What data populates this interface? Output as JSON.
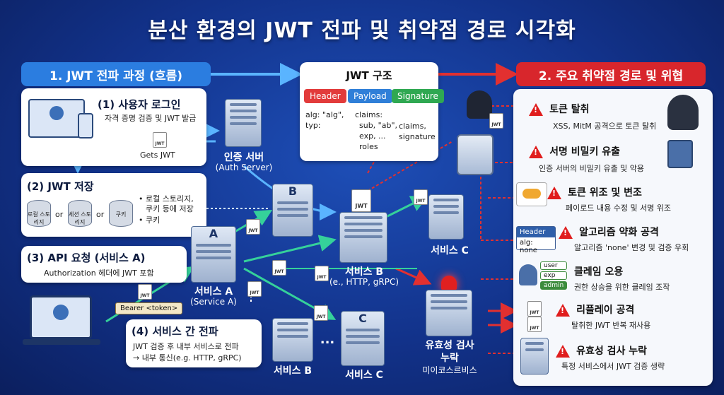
{
  "title": "분산 환경의 JWT 전파 및 취약점 경로 시각화",
  "left_header": "1. JWT 전파 과정 (흐름)",
  "right_header": "2. 주요 취약점 경로 및 위협",
  "steps": {
    "login_title": "(1) 사용자 로그인",
    "login_sub": "자격 증명 검증 및 JWT 발급",
    "gets_jwt": "Gets JWT",
    "storage_title": "(2) JWT 저장",
    "storage_local": "로컬 스토리지",
    "storage_session": "세션 스토리지",
    "storage_cookie": "쿠키",
    "or": "or",
    "storage_bullet1": "• 로컬 스토리지,",
    "storage_bullet1b": "쿠키 등에 저장",
    "storage_bullet2": "• 쿠키",
    "api_title": "(3) API 요청 (서비스 A)",
    "api_sub": "Authorization 헤더에 JWT 포함",
    "bearer": "Bearer <token>",
    "prop_title": "(4) 서비스 간 전파",
    "prop_sub1": "JWT 검증 후 내부 서비스로 전파",
    "prop_sub2": "→ 내부 통신(e.g. HTTP, gRPC)"
  },
  "jwt_struct": {
    "title": "JWT 구조",
    "header": "Header",
    "payload": "Payload",
    "signature": "Signature",
    "alg": "alg: \"alg\",",
    "typ": "typ:",
    "claims": "claims:",
    "sub": "sub, \"ab\",",
    "exp": "exp, ...",
    "roles": "roles",
    "claims_sig": "claims,",
    "signature_lbl": "signature"
  },
  "nodes": {
    "auth_server": "인증 서버",
    "auth_server_en": "(Auth Server)",
    "service_a": "서비스 A",
    "service_a_en": "(Service A)",
    "service_b": "서비스 B",
    "service_b_en": "(e., HTTP, gRPC)",
    "service_c": "서비스 C",
    "service_b2": "서비스 B",
    "service_c2": "서비스 C",
    "validation": "유효성 검사",
    "validation2": "누락",
    "micro": "미이코스르비스",
    "letter_a": "A",
    "letter_b": "B",
    "letter_c": "C",
    "jwt": "JWT",
    "dots": "..."
  },
  "risks": [
    {
      "title": "토큰 탈취",
      "sub": "XSS, MitM 공격으로 토큰 탈취"
    },
    {
      "title": "서명 비밀키 유출",
      "sub": "인증 서버의 비밀키 유출 및 악용"
    },
    {
      "title": "토큰 위조 및 변조",
      "sub": "페이로드 내용 수정 및 서명 위조"
    },
    {
      "title": "알고리즘 약화 공격",
      "sub": "알고리즘 'none' 변경 및 검증 우회"
    },
    {
      "title": "클레임 오용",
      "sub": "권한 상승을 위한 클레임 조작"
    },
    {
      "title": "리플레이 공격",
      "sub": "탈취한 JWT 반복 재사용"
    },
    {
      "title": "유효성 검사 누락",
      "sub": "특정 서비스에서 JWT 검증 생략"
    }
  ],
  "alg_tag": {
    "header": "Header",
    "none": "alg: none"
  },
  "claim_tags": [
    "user",
    "exp",
    "admin"
  ],
  "colors": {
    "left_header_bg": "#2b7de0",
    "right_header_bg": "#d8262c",
    "header_tag": "#e23b3b",
    "payload_tag": "#2f7fd8",
    "signature_tag": "#2fa852"
  }
}
